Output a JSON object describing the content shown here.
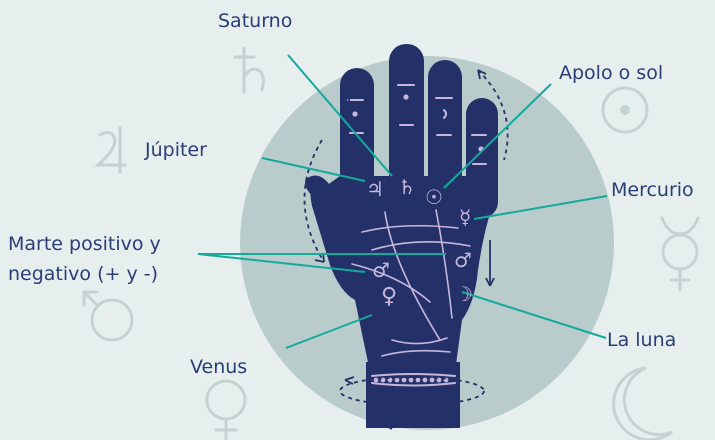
{
  "colors": {
    "background": "#e6efee",
    "circle": "#b9cccb",
    "hand": "#243168",
    "pointer": "#14a99b",
    "hand_detail": "#c7b7dd",
    "glyph_outline": "#c4d3d2",
    "text": "#2b3d75"
  },
  "labels": {
    "saturno": "Saturno",
    "apolo": "Apolo o sol",
    "jupiter": "Júpiter",
    "mercurio": "Mercurio",
    "marte_line1": "Marte positivo y",
    "marte_line2": "negativo (+ y -)",
    "luna": "La luna",
    "venus": "Venus"
  },
  "palm_symbols": {
    "jupiter": "♃",
    "saturno": "♄",
    "apolo": "☉",
    "mercurio": "☿",
    "marte_a": "♂",
    "marte_b": "♂",
    "venus": "♀",
    "luna": "☽"
  },
  "background_glyphs": [
    "saturn-icon",
    "jupiter-icon",
    "sun-icon",
    "mercury-icon",
    "mars-icon",
    "venus-icon",
    "moon-icon"
  ]
}
